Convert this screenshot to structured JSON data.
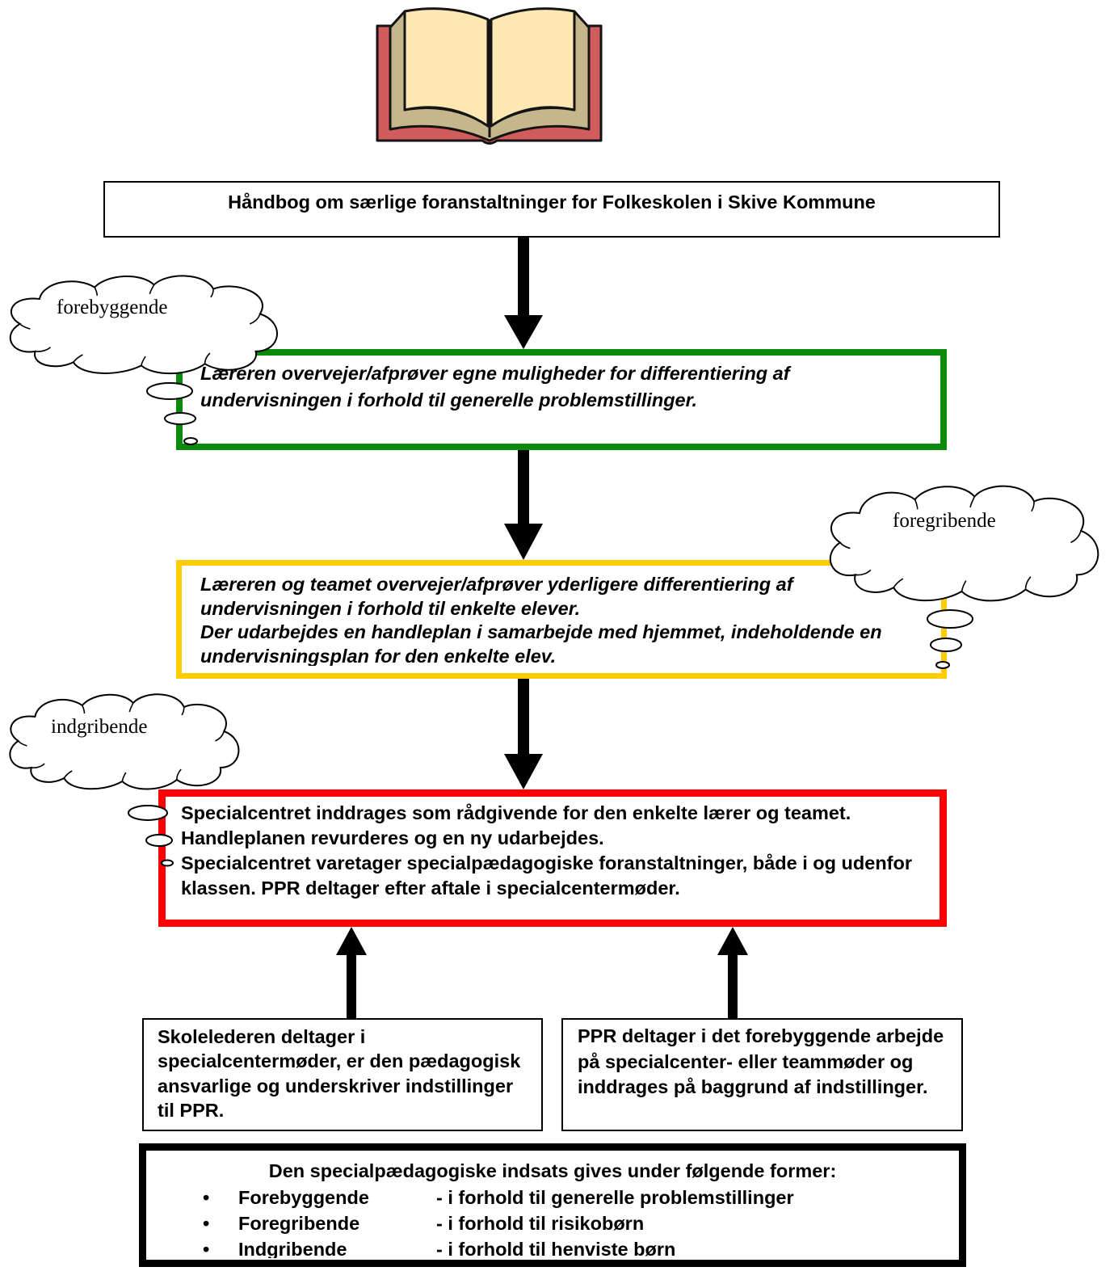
{
  "colors": {
    "step_preventive": "#0a8a0a",
    "step_anticipatory": "#ffcc00",
    "step_intervening": "#ff0000",
    "book_cover": "#d05c5c",
    "book_edges": "#c6b68b",
    "book_pages": "#fde8b4"
  },
  "icons": {
    "book": "book-icon"
  },
  "header": {
    "title": "Håndbog om særlige foranstaltninger for Folkeskolen i Skive Kommune"
  },
  "clouds": {
    "forebyggende": "forebyggende",
    "foregribende": "foregribende",
    "indgribende": "indgribende"
  },
  "steps": {
    "forebyggende": {
      "lines": [
        "Læreren overvejer/afprøver egne muligheder for differentiering af",
        "undervisningen i forhold til generelle problemstillinger."
      ]
    },
    "foregribende": {
      "lines": [
        "Læreren og teamet overvejer/afprøver yderligere differentiering af",
        "undervisningen i forhold til enkelte elever.",
        "Der udarbejdes en handleplan i samarbejde med hjemmet, indeholdende en",
        "undervisningsplan for den enkelte elev."
      ]
    },
    "indgribende": {
      "lines": [
        "Specialcentret inddrages som rådgivende for den enkelte lærer og teamet.",
        "Handleplanen revurderes og en ny udarbejdes.",
        "Specialcentret varetager specialpædagogiske foranstaltninger, både i og udenfor",
        "klassen. PPR deltager efter aftale i specialcentermøder."
      ]
    }
  },
  "roles": {
    "skoleleder": {
      "lines": [
        "Skolelederen deltager i",
        "specialcentermøder, er den pædagogisk",
        "ansvarlige og underskriver indstillinger",
        "til PPR."
      ]
    },
    "ppr": {
      "lines": [
        "PPR deltager i det forebyggende arbejde",
        "på specialcenter- eller teammøder og",
        "inddrages på baggrund af indstillinger."
      ]
    }
  },
  "summary": {
    "heading": "Den specialpædagogiske indsats gives under følgende former:",
    "bullet": "•",
    "items": [
      {
        "label": "Forebyggende",
        "description": "- i forhold til generelle problemstillinger"
      },
      {
        "label": "Foregribende",
        "description": "- i forhold til risikobørn"
      },
      {
        "label": "Indgribende",
        "description": "- i forhold til henviste børn"
      }
    ]
  }
}
